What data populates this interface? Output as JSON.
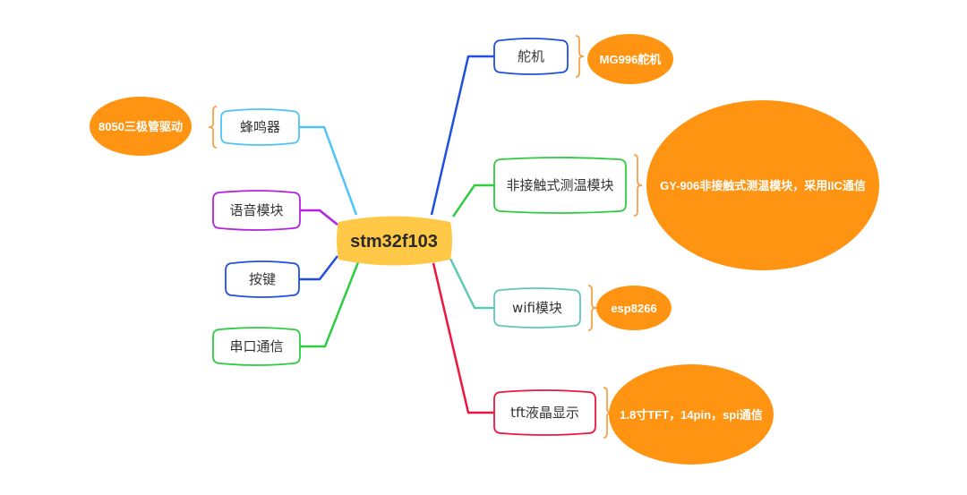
{
  "root": {
    "label": "stm32f103",
    "fill": "#FFC846"
  },
  "note_color": "#FF9412",
  "brace_color": "#F8A34A",
  "branches": [
    {
      "id": "buzzer",
      "label": "蜂鸣器",
      "color": "#4FC3F7",
      "side": "left",
      "note": "8050三极管驱动"
    },
    {
      "id": "voice",
      "label": "语音模块",
      "color": "#B620E0",
      "side": "left",
      "note": null
    },
    {
      "id": "keys",
      "label": "按键",
      "color": "#1F4FE0",
      "side": "left",
      "note": null
    },
    {
      "id": "serial",
      "label": "串口通信",
      "color": "#2ECC40",
      "side": "left",
      "note": null
    },
    {
      "id": "servo",
      "label": "舵机",
      "color": "#1F4FE0",
      "side": "right",
      "note": "MG996舵机"
    },
    {
      "id": "temp",
      "label": "非接触式测温模块",
      "color": "#2ECC40",
      "side": "right",
      "note": "GY-906非接触式测温模块，采用IIC通信"
    },
    {
      "id": "wifi",
      "label": "wifi模块",
      "color": "#5CC9B5",
      "side": "right",
      "note": "esp8266"
    },
    {
      "id": "tft",
      "label": "tft液晶显示",
      "color": "#F0143C",
      "side": "right",
      "note": "1.8寸TFT，14pin，spi通信"
    }
  ]
}
